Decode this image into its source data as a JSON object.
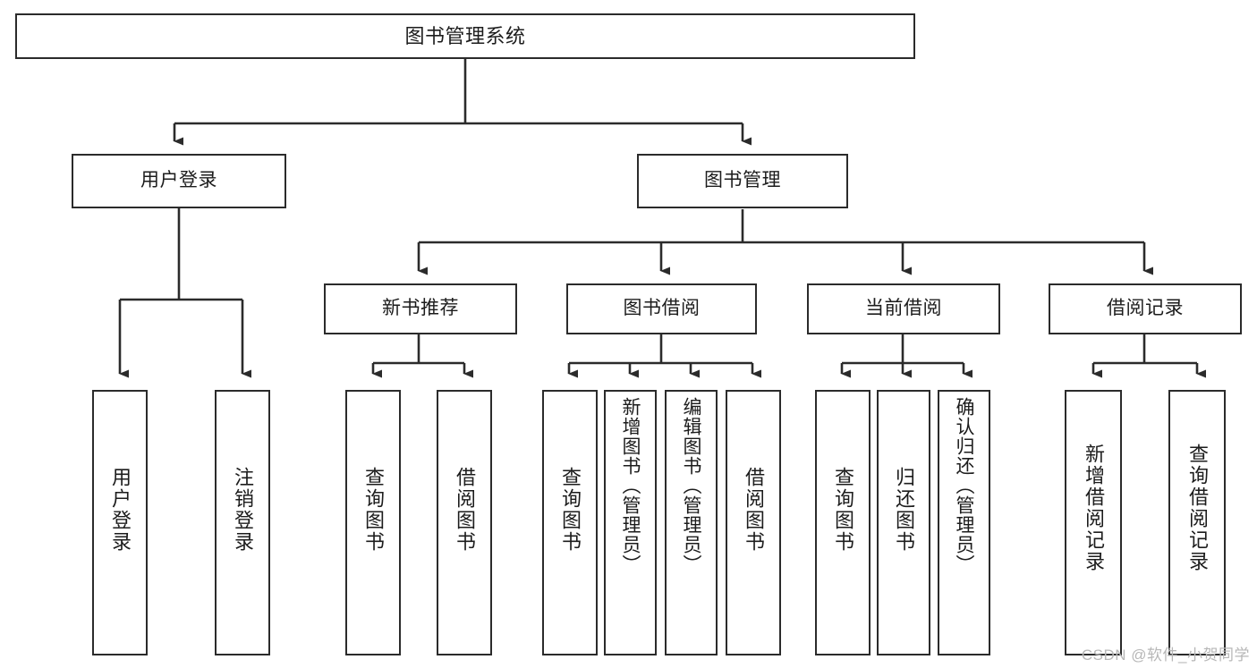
{
  "diagram": {
    "title": "图书管理系统",
    "type": "tree-hierarchy",
    "root": {
      "label": "图书管理系统"
    },
    "level2": [
      {
        "label": "用户登录"
      },
      {
        "label": "图书管理"
      }
    ],
    "level3": [
      {
        "label": "新书推荐"
      },
      {
        "label": "图书借阅"
      },
      {
        "label": "当前借阅"
      },
      {
        "label": "借阅记录"
      }
    ],
    "leaves": {
      "user_login": [
        {
          "label": "用户登录"
        },
        {
          "label": "注销登录"
        }
      ],
      "new_book_recommend": [
        {
          "label": "查询图书"
        },
        {
          "label": "借阅图书"
        }
      ],
      "book_borrow": [
        {
          "label": "查询图书"
        },
        {
          "label": "新增图书（管理员）"
        },
        {
          "label": "编辑图书（管理员）"
        },
        {
          "label": "借阅图书"
        }
      ],
      "current_borrow": [
        {
          "label": "查询图书"
        },
        {
          "label": "归还图书"
        },
        {
          "label": "确认归还（管理员）"
        }
      ],
      "borrow_record": [
        {
          "label": "新增借阅记录"
        },
        {
          "label": "查询借阅记录"
        }
      ]
    }
  },
  "watermark": {
    "text": "CSDN @软件_小贺同学"
  },
  "colors": {
    "stroke": "#2b2b2b",
    "fill": "#ffffff",
    "text": "#1c1c1c",
    "watermark": "#b7b7b7"
  }
}
